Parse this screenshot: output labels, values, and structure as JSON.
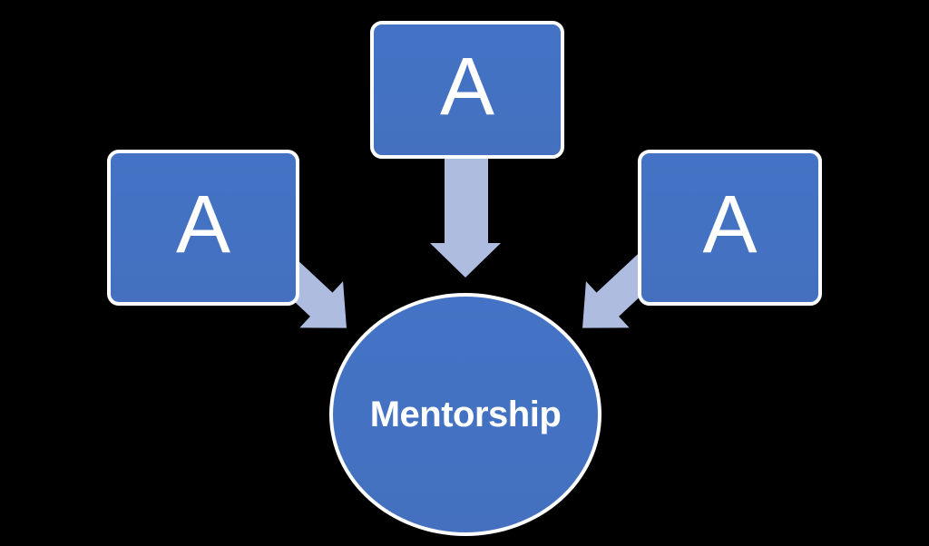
{
  "diagram": {
    "nodes": {
      "top_box": {
        "label": "A"
      },
      "left_box": {
        "label": "A"
      },
      "right_box": {
        "label": "A"
      },
      "center_ellipse": {
        "label": "Mentorship"
      }
    },
    "arrows": [
      {
        "name": "arrow-top-to-center",
        "direction": "down"
      },
      {
        "name": "arrow-left-to-center",
        "direction": "down-right"
      },
      {
        "name": "arrow-right-to-center",
        "direction": "down-left"
      }
    ],
    "colors": {
      "background": "#000000",
      "shape-blue-top": "#4473c5",
      "shape-blue-bottom": "#4470bf",
      "arrow-blue": "#aebcdf",
      "shape-border": "#ffffff",
      "label-text": "#ffffff"
    }
  }
}
